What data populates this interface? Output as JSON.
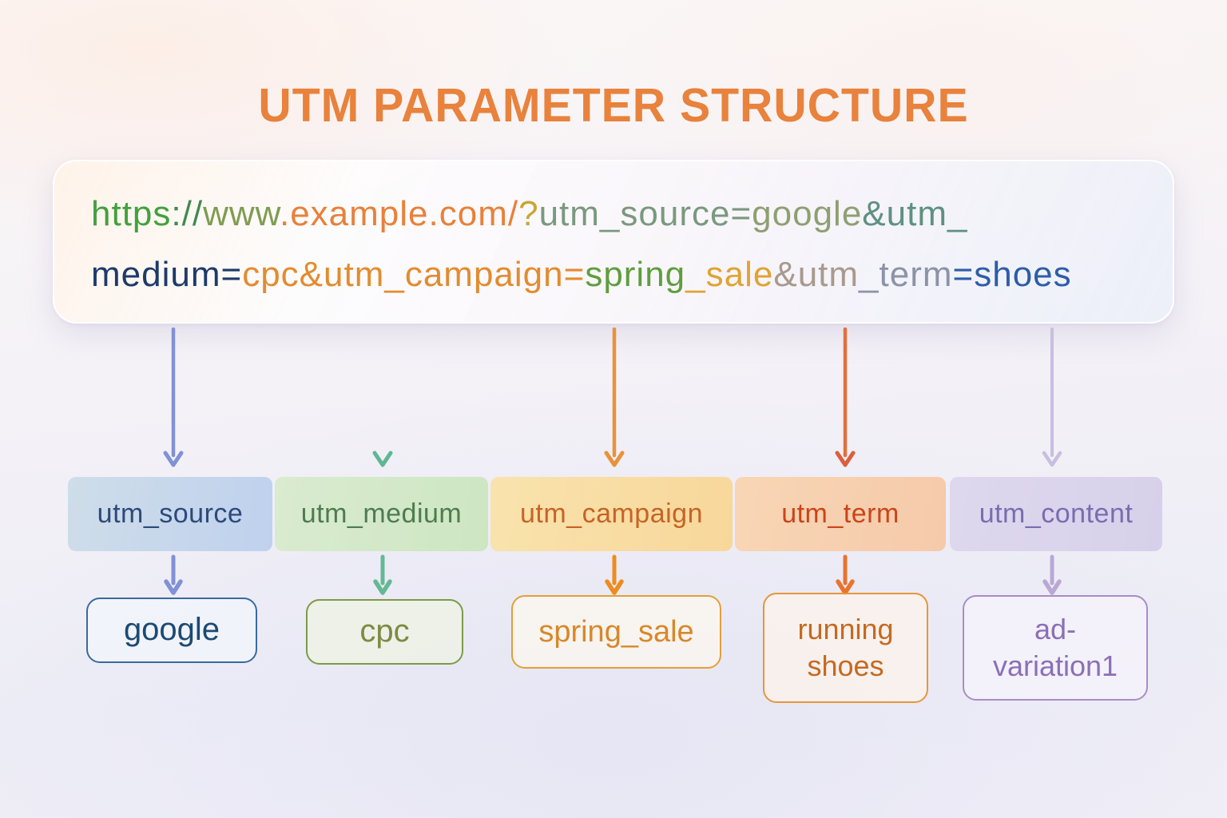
{
  "title": "UTM PARAMETER STRUCTURE",
  "title_color": "#e8823c",
  "url_box": {
    "full_url": "https://www.example.com/?utm_source=google&utm_medium=cpc&utm_campaign=spring_sale&utm_term=shoes",
    "line1": {
      "segments": [
        {
          "text": "https",
          "color": "#43a03f"
        },
        {
          "text": "://",
          "color": "#3f8a52"
        },
        {
          "text": "www",
          "color": "#7f9c52"
        },
        {
          "text": ".example.com/",
          "color": "#e8813a"
        },
        {
          "text": "?",
          "color": "#c9a733"
        },
        {
          "text": "utm_source=",
          "color": "#7a997e"
        },
        {
          "text": "google",
          "color": "#8f9f72"
        },
        {
          "text": "&utm_",
          "color": "#5e9180"
        }
      ]
    },
    "line2": {
      "segments": [
        {
          "text": "medium=",
          "color": "#1d3a6a"
        },
        {
          "text": "cpc&utm_campaign=",
          "color": "#e28c2f"
        },
        {
          "text": "spring",
          "color": "#5f9e3e"
        },
        {
          "text": "_sale",
          "color": "#dfa433"
        },
        {
          "text": "&utm",
          "color": "#a89a8c"
        },
        {
          "text": "_term",
          "color": "#8b93a6"
        },
        {
          "text": "=shoes",
          "color": "#2d5da8"
        }
      ]
    }
  },
  "parameters": [
    {
      "label": "utm_source",
      "value": "google",
      "label_bg": "#c3d2ee",
      "label_color": "#2c4a7a",
      "arrow_color": "#8191d6",
      "value_border": "#3a6a9e",
      "value_color": "#1c4a72"
    },
    {
      "label": "utm_medium",
      "value": "cpc",
      "label_bg": "#d2e8c7",
      "label_color": "#4d7c50",
      "arrow_color": "#64b894",
      "value_border": "#7d9a48",
      "value_color": "#7c8b42"
    },
    {
      "label": "utm_campaign",
      "value": "spring_sale",
      "label_bg": "#f8dda3",
      "label_color": "#c76325",
      "arrow_color": "#e8923a",
      "value_border": "#e2a037",
      "value_color": "#d8882a"
    },
    {
      "label": "utm_term",
      "value": "running shoes",
      "label_bg": "#f6cfae",
      "label_color": "#cc4418",
      "arrow_color": "#e0703c",
      "value_border": "#e8953a",
      "value_color": "#c56a20"
    },
    {
      "label": "utm_content",
      "value": "ad-variation1",
      "label_bg": "#dbd4ec",
      "label_color": "#7b6cb0",
      "arrow_color": "#c3b4dc",
      "value_border": "#a98cc8",
      "value_color": "#8a70b5"
    }
  ]
}
